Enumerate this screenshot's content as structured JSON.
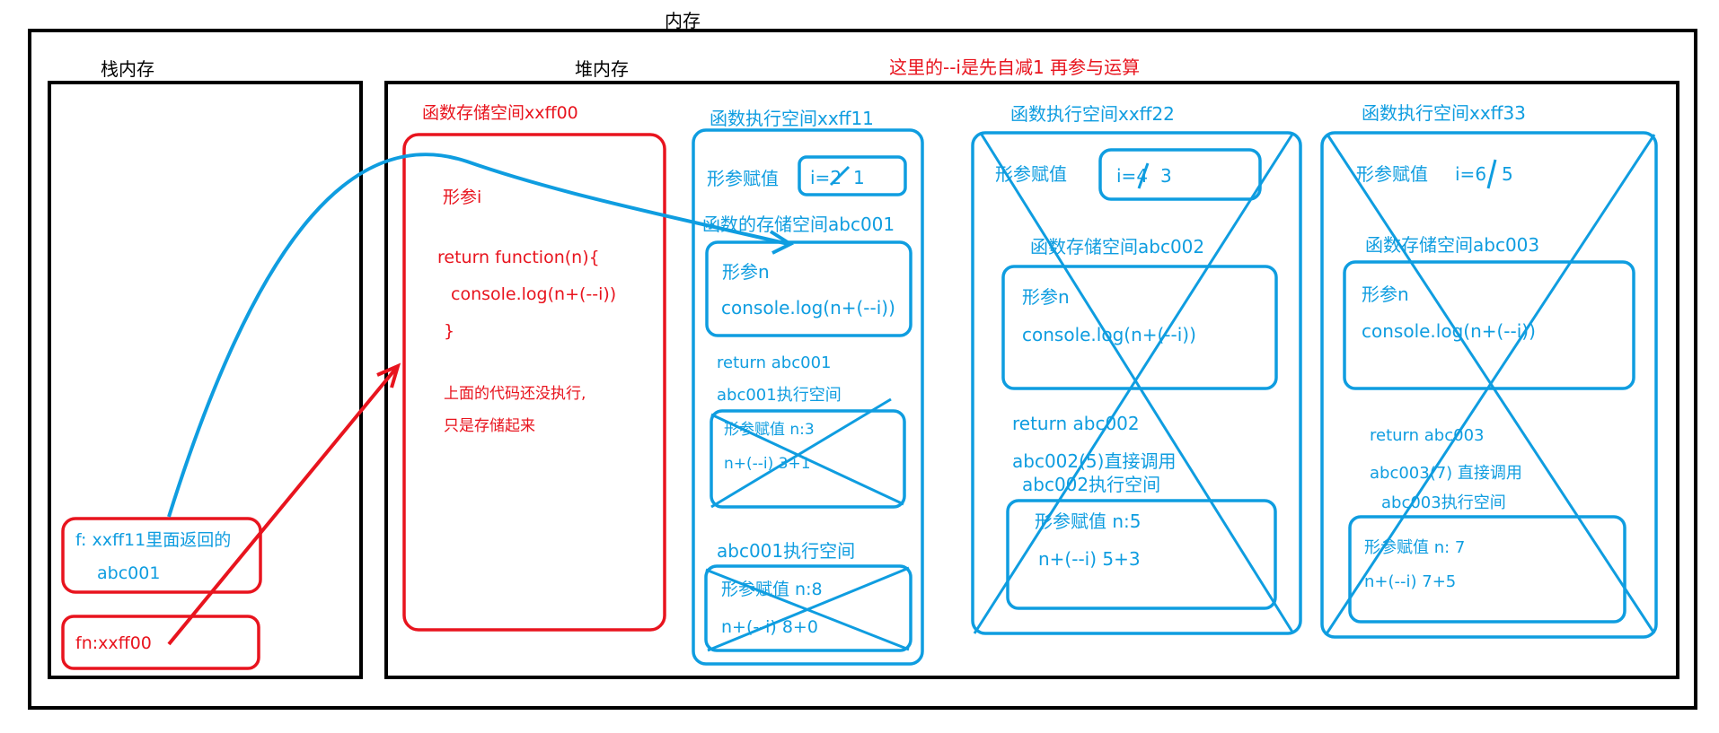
{
  "title": "内存",
  "stack": {
    "title": "栈内存",
    "f_line1": "f: xxff11里面返回的",
    "f_line2": "abc001",
    "fn": "fn:xxff00"
  },
  "heap": {
    "title": "堆内存",
    "note": "这里的--i是先自减1  再参与运算"
  },
  "func_storage": {
    "title": "函数存储空间xxff00",
    "param": "形参i",
    "code1": "return function(n){",
    "code2": "console.log(n+(--i))",
    "code3": "}",
    "note1": "上面的代码还没执行,",
    "note2": "只是存储起来"
  },
  "exec1": {
    "title": "函数执行空间xxff11",
    "assign_label": "形参赋值",
    "assign_old": "i=2",
    "assign_new": "1",
    "storage_title": "函数的存储空间abc001",
    "storage_param": "形参n",
    "storage_code": "console.log(n+(--i))",
    "return": "return abc001",
    "exec_a_title": "abc001执行空间",
    "exec_a_1": "形参赋值 n:3",
    "exec_a_2": "n+(--i)  3+1",
    "exec_b_title": "abc001执行空间",
    "exec_b_1": "形参赋值 n:8",
    "exec_b_2": "n+(--i)  8+0"
  },
  "exec2": {
    "title": "函数执行空间xxff22",
    "assign_label": "形参赋值",
    "assign_old": "i=4",
    "assign_new": "3",
    "storage_title": "函数存储空间abc002",
    "storage_param": "形参n",
    "storage_code": "console.log(n+(--i))",
    "return": "return abc002",
    "call": "abc002(5)直接调用",
    "exec_title": "abc002执行空间",
    "exec_1": "形参赋值 n:5",
    "exec_2": "n+(--i)    5+3"
  },
  "exec3": {
    "title": "函数执行空间xxff33",
    "assign_label": "形参赋值",
    "assign_old": "i=6",
    "assign_new": "5",
    "storage_title": "函数存储空间abc003",
    "storage_param": "形参n",
    "storage_code": "console.log(n+(--i))",
    "return": "return abc003",
    "call": "abc003(7)  直接调用",
    "exec_title": "abc003执行空间",
    "exec_1": "形参赋值  n:  7",
    "exec_2": "n+(--i)     7+5"
  },
  "colors": {
    "red": "#e8141e",
    "blue": "#0f9de0",
    "black": "#000000"
  }
}
